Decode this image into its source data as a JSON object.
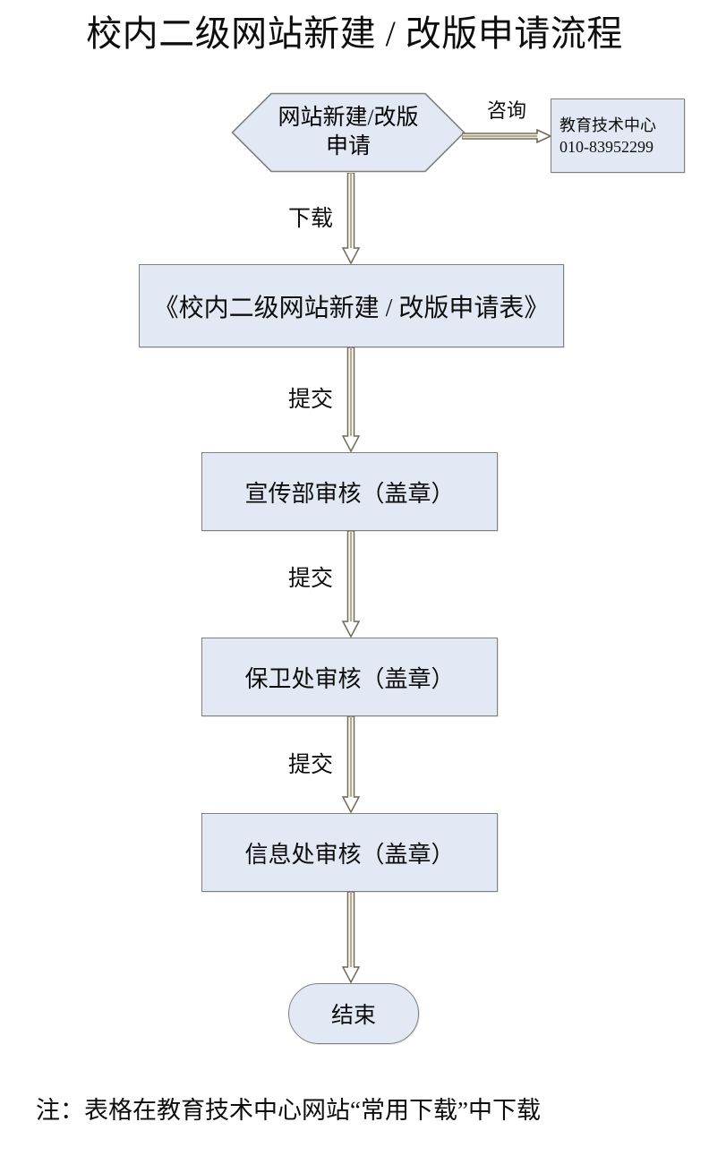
{
  "page": {
    "title": "校内二级网站新建 / 改版申请流程",
    "footnote": "注：表格在教育技术中心网站“常用下载”中下载",
    "colors": {
      "node_fill": "#e3e9f4",
      "node_border": "#7f7f7f",
      "connector": "#948a6a",
      "text": "#0d0d0d",
      "background": "#ffffff"
    }
  },
  "flow": {
    "start_node": {
      "shape": "hexagon",
      "label_line1": "网站新建/改版",
      "label_line2": "申请"
    },
    "contact_box": {
      "shape": "rectangle",
      "name": "教育技术中心",
      "phone": "010-83952299"
    },
    "consult_edge": {
      "label": "咨询",
      "direction": "right"
    },
    "form_box": {
      "shape": "rectangle",
      "label": "《校内二级网站新建 / 改版申请表》"
    },
    "review_boxes": [
      {
        "shape": "rectangle",
        "label": "宣传部审核（盖章）"
      },
      {
        "shape": "rectangle",
        "label": "保卫处审核（盖章）"
      },
      {
        "shape": "rectangle",
        "label": "信息处审核（盖章）"
      }
    ],
    "end_node": {
      "shape": "rounded-pill",
      "label": "结束"
    },
    "edge_labels": [
      "下载",
      "提交",
      "提交",
      "提交"
    ]
  }
}
